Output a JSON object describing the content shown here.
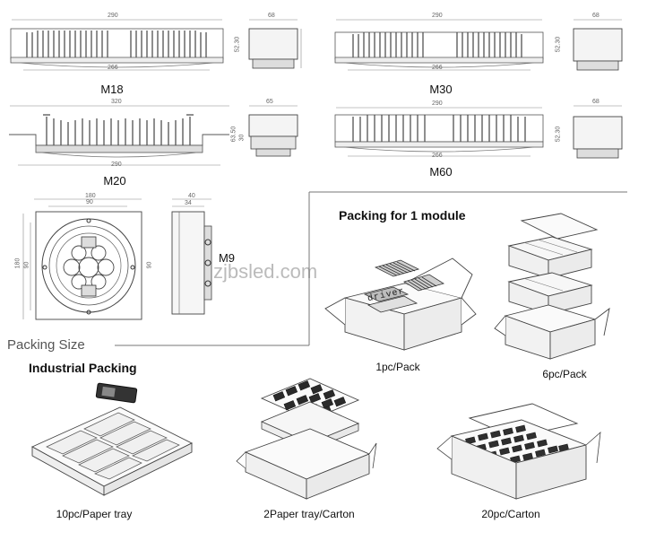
{
  "models": {
    "m18": {
      "label": "M18",
      "dims": {
        "top": "290",
        "bottom": "266",
        "side_w": "68",
        "side_h": "52.30"
      }
    },
    "m30": {
      "label": "M30",
      "dims": {
        "top": "290",
        "bottom": "266",
        "side_w": "68",
        "side_h": "52.30"
      }
    },
    "m20": {
      "label": "M20",
      "dims": {
        "top": "320",
        "bottom": "290",
        "side_w": "65",
        "side_h": "63.50",
        "side_h2": "30"
      }
    },
    "m60": {
      "label": "M60",
      "dims": {
        "top": "290",
        "bottom": "266",
        "side_w": "68",
        "side_h": "52.30"
      }
    },
    "m9": {
      "label": "M9",
      "dims": {
        "top": "180",
        "inner": "90",
        "left": "180",
        "left_inner": "90",
        "right": "90",
        "side_w": "40",
        "side_w2": "34"
      }
    }
  },
  "watermark": "zjbsled.com",
  "packing": {
    "module_title": "Packing for 1 module",
    "driver_label": "driver",
    "one_pc": "1pc/Pack",
    "six_pc": "6pc/Pack",
    "size_title": "Packing Size",
    "industrial_title": "Industrial Packing",
    "tray": "10pc/Paper tray",
    "tray_carton": "2Paper tray/Carton",
    "carton": "20pc/Carton"
  }
}
